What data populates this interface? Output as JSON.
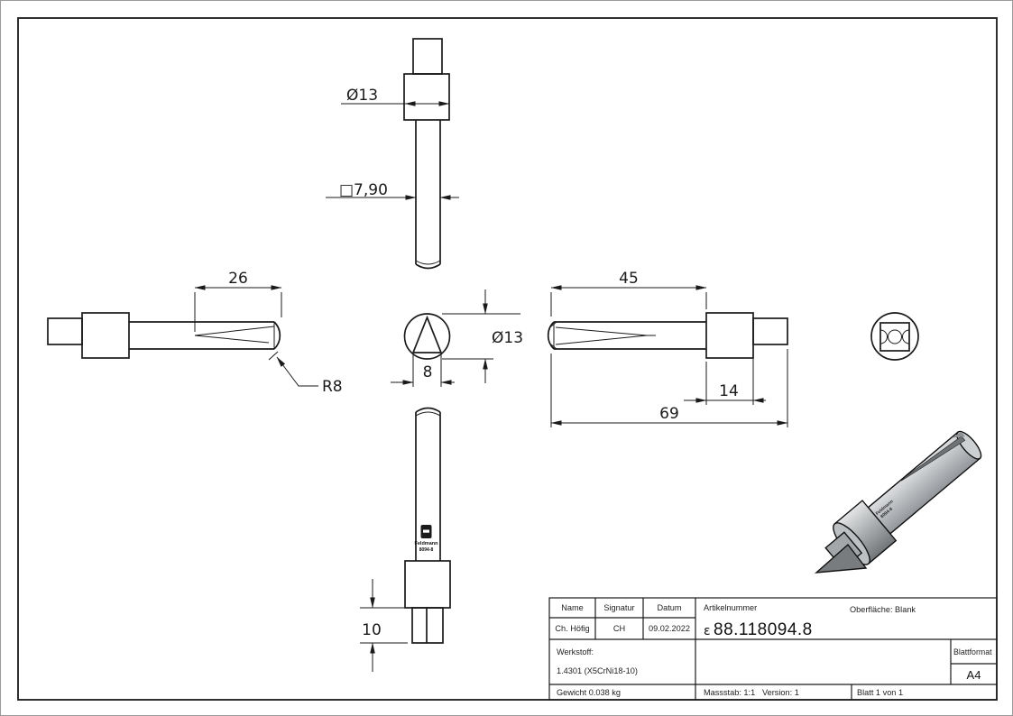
{
  "page": {
    "background": "#ffffff",
    "line_color": "#1a1a1a",
    "render_light_color": "#d8dadc",
    "render_dark_color": "#74787b"
  },
  "dimensions": {
    "top_diameter": "Ø13",
    "top_square": "□7,90",
    "flute_length": "26",
    "tip_radius": "R8",
    "front_diameter": "Ø13",
    "front_width": "8",
    "shaft_length": "45",
    "collar_length": "14",
    "overall_length": "69",
    "stub_length": "10"
  },
  "marking": {
    "brand": "Feldmann",
    "code": "8094-8"
  },
  "title_block": {
    "name_label": "Name",
    "signatur_label": "Signatur",
    "datum_label": "Datum",
    "name": "Ch. Höfig",
    "signatur": "CH",
    "datum": "09.02.2022",
    "artikelnummer_label": "Artikelnummer",
    "article_prefix": "ε",
    "article_number": "88.118094.8",
    "oberflaeche": "Oberfläche:  Blank",
    "werkstoff_label": "Werkstoff:",
    "werkstoff": "1.4301 (X5CrNi18-10)",
    "gewicht": "Gewicht 0.038 kg",
    "massstab": "Massstab: 1:1",
    "version": "Version: 1",
    "blatt": "Blatt 1 von 1",
    "blattformat_label": "Blattformat",
    "blattformat": "A4"
  }
}
